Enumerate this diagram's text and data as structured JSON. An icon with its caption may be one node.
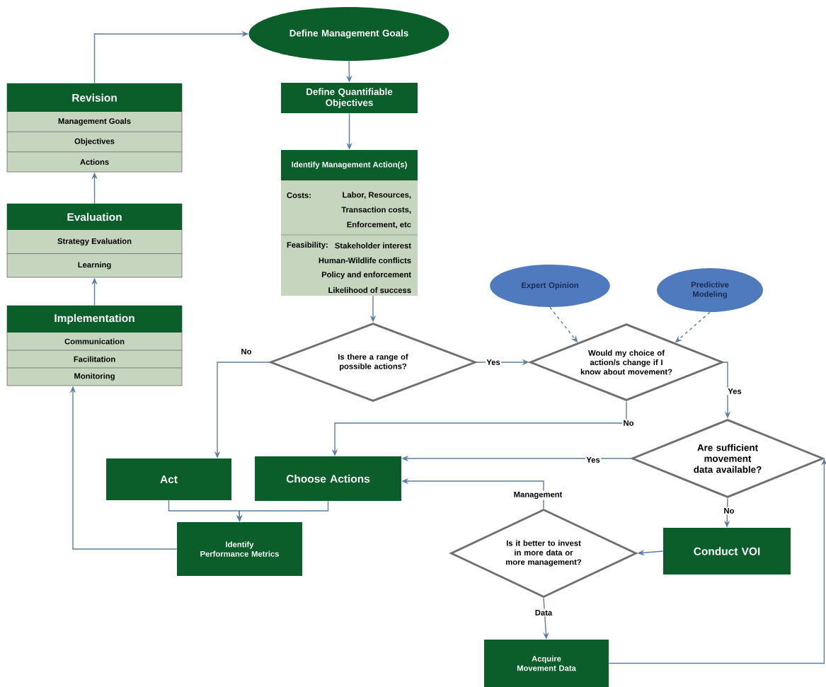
{
  "diagram": {
    "nodes": [
      {
        "text": [
          "Define Management Goals"
        ]
      },
      {
        "text": [
          "Define Quantifiable Objectives"
        ]
      },
      {
        "text": [
          "Identify Management Action(s)",
          "Costs:",
          "Labor, Resources,",
          "Transaction costs,",
          "Enforcement, etc",
          "Feasibility:",
          "Stakeholder interest",
          "Human-Wildlife conflicts",
          "Policy and enforcement",
          "Likelihood of success"
        ]
      },
      {
        "text": [
          "Revision",
          "Management Goals",
          "Objectives",
          "Actions"
        ]
      },
      {
        "text": [
          "Evaluation",
          "Strategy Evaluation",
          "Learning"
        ]
      },
      {
        "text": [
          "Implementation",
          "Communication",
          "Facilitation",
          "Monitoring"
        ]
      },
      {
        "text": [
          "Expert Opinion"
        ]
      },
      {
        "text": [
          "Predictive Modeling"
        ]
      },
      {
        "text": [
          "Is there a range of possible actions?"
        ]
      },
      {
        "text": [
          "Would my choice of action/s change if I know about movement?"
        ]
      },
      {
        "text": [
          "Act"
        ]
      },
      {
        "text": [
          "Choose Actions"
        ]
      },
      {
        "text": [
          "Are sufficient movement data available?"
        ]
      },
      {
        "text": [
          "Identify Performance Metrics"
        ]
      },
      {
        "text": [
          "Is it better to invest in more data or more management?"
        ]
      },
      {
        "text": [
          "Conduct VOI"
        ]
      },
      {
        "text": [
          "Acquire Movement Data"
        ]
      }
    ],
    "edges": [
      {
        "from": 3,
        "to": 0,
        "arrow": "to"
      },
      {
        "from": 0,
        "to": 1,
        "arrow": "to"
      },
      {
        "from": 1,
        "to": 2,
        "arrow": "to"
      },
      {
        "from": 2,
        "to": 8,
        "arrow": "to"
      },
      {
        "from": 8,
        "to": 10,
        "arrow": "to",
        "label": "No"
      },
      {
        "from": 8,
        "to": 9,
        "arrow": "to",
        "label": "Yes"
      },
      {
        "from": 6,
        "to": 9,
        "arrow": "to",
        "style": "dashed"
      },
      {
        "from": 7,
        "to": 9,
        "arrow": "to",
        "style": "dashed"
      },
      {
        "from": 9,
        "to": 11,
        "arrow": "to",
        "label": "No"
      },
      {
        "from": 9,
        "to": 12,
        "arrow": "to",
        "label": "Yes"
      },
      {
        "from": 12,
        "to": 11,
        "arrow": "to",
        "label": "Yes"
      },
      {
        "from": 12,
        "to": 15,
        "arrow": "to",
        "label": "No"
      },
      {
        "from": 15,
        "to": 14,
        "arrow": "to"
      },
      {
        "from": 14,
        "to": 11,
        "arrow": "to",
        "label": "Management"
      },
      {
        "from": 14,
        "to": 16,
        "arrow": "to",
        "label": "Data"
      },
      {
        "from": 16,
        "to": 12,
        "arrow": "to"
      },
      {
        "from": 10,
        "to": 13,
        "arrow": "to"
      },
      {
        "from": 11,
        "to": 13,
        "arrow": "to"
      },
      {
        "from": 13,
        "to": 5,
        "arrow": "to"
      },
      {
        "from": 5,
        "to": 4,
        "arrow": "to"
      },
      {
        "from": 4,
        "to": 3,
        "arrow": "to"
      }
    ]
  }
}
